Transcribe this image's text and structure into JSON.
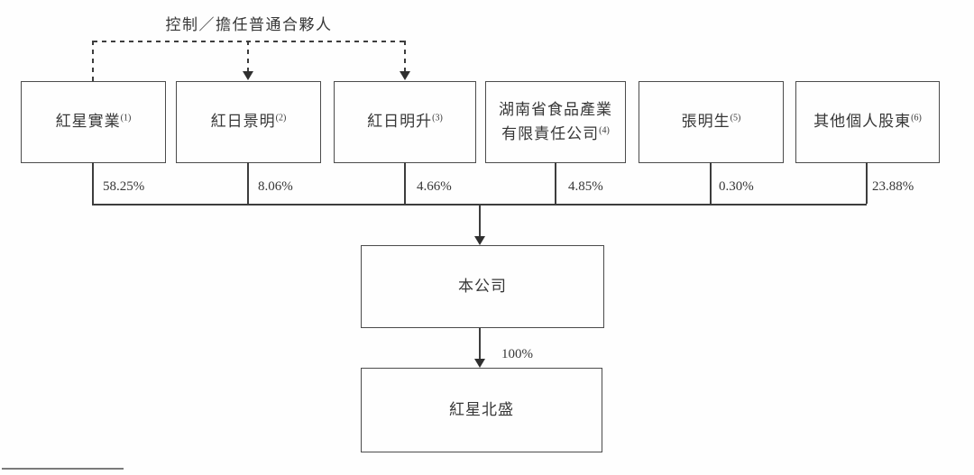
{
  "diagram": {
    "control_label": "控制／擔任普通合夥人",
    "shareholders": [
      {
        "name": "紅星實業",
        "note": "(1)",
        "percent": "58.25%"
      },
      {
        "name": "紅日景明",
        "note": "(2)",
        "percent": "8.06%"
      },
      {
        "name": "紅日明升",
        "note": "(3)",
        "percent": "4.66%"
      },
      {
        "name": "湖南省食品產業有限責任公司",
        "note": "(4)",
        "percent": "4.85%"
      },
      {
        "name": "張明生",
        "note": "(5)",
        "percent": "0.30%"
      },
      {
        "name": "其他個人股東",
        "note": "(6)",
        "percent": "23.88%"
      }
    ],
    "company": {
      "name": "本公司"
    },
    "subsidiary": {
      "name": "紅星北盛",
      "ownership": "100%"
    },
    "colors": {
      "line": "#3d3d3d",
      "border": "#4b4b4b",
      "text": "#373737",
      "background": "#fefefe"
    }
  }
}
